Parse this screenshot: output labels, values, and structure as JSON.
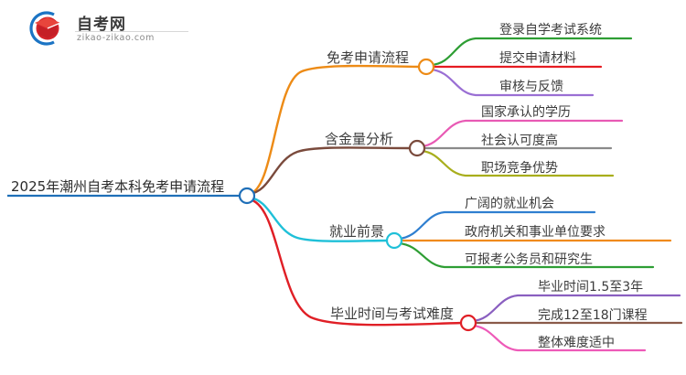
{
  "logo": {
    "icon_name": "graduation-cap-logo-icon",
    "name_cn": "自考网",
    "url": "zikao-zikao.com",
    "arc_color": "#1b74c4",
    "cap_color": "#d3242b"
  },
  "mindmap": {
    "root": {
      "label": "2025年潮州自考本科免考申请流程",
      "color": "#1f6fb8"
    },
    "branches": [
      {
        "label": "免考申请流程",
        "color": "#ed8b16",
        "children": [
          {
            "label": "登录自学考试系统",
            "color": "#2e9e34"
          },
          {
            "label": "提交申请材料",
            "color": "#e61c22"
          },
          {
            "label": "审核与反馈",
            "color": "#9a6fd4"
          }
        ]
      },
      {
        "label": "含金量分析",
        "color": "#7a4a3c",
        "children": [
          {
            "label": "国家承认的学历",
            "color": "#e85ab4"
          },
          {
            "label": "社会认可度高",
            "color": "#8a8a8a"
          },
          {
            "label": "职场竞争优势",
            "color": "#a8ae1c"
          }
        ]
      },
      {
        "label": "就业前景",
        "color": "#1fc0d8",
        "children": [
          {
            "label": "广阔的就业机会",
            "color": "#2f7fd0"
          },
          {
            "label": "政府机关和事业单位要求",
            "color": "#f08a1c"
          },
          {
            "label": "可报考公务员和研究生",
            "color": "#2e9e34"
          }
        ]
      },
      {
        "label": "毕业时间与考试难度",
        "color": "#e01f26",
        "children": [
          {
            "label": "毕业时间1.5至3年",
            "color": "#8a5fc0"
          },
          {
            "label": "完成12至18门课程",
            "color": "#8a5a4a"
          },
          {
            "label": "整体难度适中",
            "color": "#ee5ab8"
          }
        ]
      }
    ]
  }
}
